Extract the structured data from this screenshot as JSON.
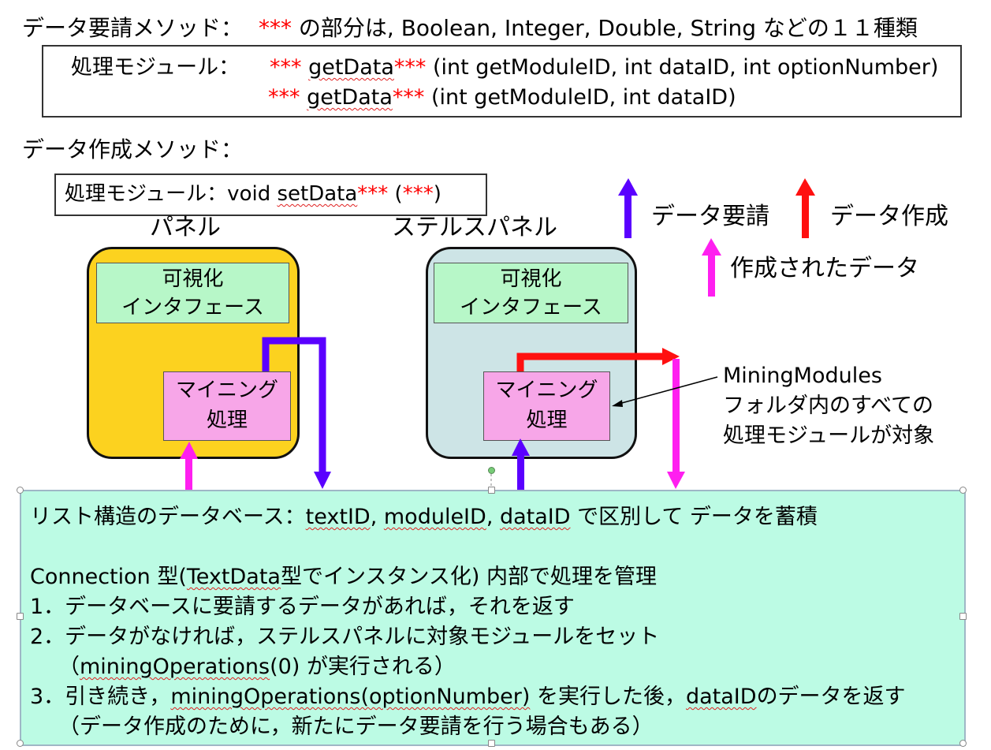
{
  "request_method": {
    "heading": "データ要請メソッド：",
    "stars": "***",
    "note": " の部分は, Boolean, Integer, Double, String などの１１種類",
    "module_label": "処理モジュール：",
    "sig1_name": "getData",
    "sig1_args": " (int getModuleID, int dataID, int optionNumber)",
    "sig2_name": "getData",
    "sig2_args": " (int getModuleID, int dataID)"
  },
  "create_method": {
    "heading": "データ作成メソッド：",
    "module_label": "処理モジュール：void ",
    "name": "setData",
    "stars": "***",
    "args_open": " (",
    "args_close": ")"
  },
  "legend": {
    "request": "データ要請",
    "create": "データ作成",
    "created": "作成されたデータ",
    "colors": {
      "request": "#5a00ff",
      "create": "#ff1010",
      "created": "#ff1ff0"
    }
  },
  "panel": {
    "title": "パネル",
    "vis_line1": "可視化",
    "vis_line2": "インタフェース",
    "mining_line1": "マイニング",
    "mining_line2": "処理"
  },
  "stealth_panel": {
    "title": "ステルスパネル",
    "vis_line1": "可視化",
    "vis_line2": "インタフェース",
    "mining_line1": "マイニング",
    "mining_line2": "処理"
  },
  "annotation": {
    "line1": "MiningModules",
    "line2": "フォルダ内のすべての",
    "line3": "処理モジュールが対象"
  },
  "database": {
    "line1_a": "リスト構造のデータベース：",
    "line1_ids": [
      "textID",
      "moduleID",
      "dataID"
    ],
    "line1_b": " で区別して データを蓄積",
    "line2_a": "Connection 型(",
    "line2_b": "TextData",
    "line2_c": "型でインスタンス化) 内部で処理を管理",
    "item1": "1．データベースに要請するデータがあれば，それを返す",
    "item2": "2．データがなければ，ステルスパネルに対象モジュールをセット",
    "item2_sub_a": "（",
    "item2_sub_b": "miningOperations",
    "item2_sub_c": "(0) が実行される）",
    "item3_a": "3．引き続き，",
    "item3_b": "miningOperations(optionNumber)",
    "item3_c": " を実行した後，",
    "item3_d": "dataID",
    "item3_e": "のデータを返す",
    "item3_sub": "（データ作成のために，新たにデータ要請を行う場合もある）"
  }
}
